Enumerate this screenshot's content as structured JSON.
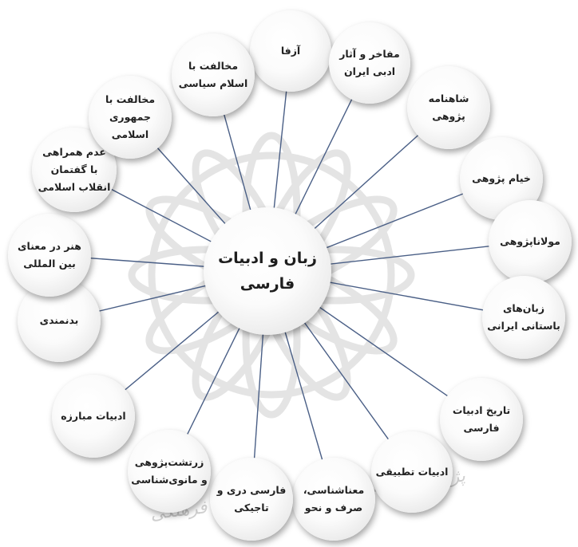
{
  "diagram": {
    "center_label": "زبان و ادبیات\nفارسی",
    "nodes": [
      {
        "id": "azfa",
        "label": "آزفا"
      },
      {
        "id": "mafakher",
        "label": "مفاخر و آثار\nادبی ایران"
      },
      {
        "id": "shahnameh",
        "label": "شاهنامه\nپژوهی"
      },
      {
        "id": "khayyam",
        "label": "خیام پژوهی"
      },
      {
        "id": "mowlana",
        "label": "مولاناپژوهی"
      },
      {
        "id": "zabanha",
        "label": "زبان‌های\nباستانی ایرانی"
      },
      {
        "id": "tarikh",
        "label": "تاریخ ادبیات\nفارسی"
      },
      {
        "id": "tatbighi",
        "label": "ادبیات تطبیقی"
      },
      {
        "id": "manashenasi",
        "label": "معناشناسی،\nصرف و نحو"
      },
      {
        "id": "dari",
        "label": "فارسی دری و\nتاجیکی"
      },
      {
        "id": "zartosht",
        "label": "زرتشت‌پژوهی\nو مانوی‌شناسی"
      },
      {
        "id": "mobareze",
        "label": "ادبیات مبارزه"
      },
      {
        "id": "badnamadi",
        "label": "بدنمندی"
      },
      {
        "id": "honar",
        "label": "هنر در معنای\nبین المللی"
      },
      {
        "id": "adam",
        "label": "عدم همراهی\nبا گفتمان\nانقلاب اسلامی"
      },
      {
        "id": "jomhouri",
        "label": "مخالفت با\nجمهوری\nاسلامی"
      },
      {
        "id": "eslam",
        "label": "مخالفت با\nاسلام سیاسی"
      }
    ]
  },
  "watermark_text": "پژوهشگاه علوم انسانی و مطالعات فرهنگی",
  "colors": {
    "connector": "#4a5f86",
    "node_text": "#222222",
    "watermark": "#cfcfcf"
  }
}
